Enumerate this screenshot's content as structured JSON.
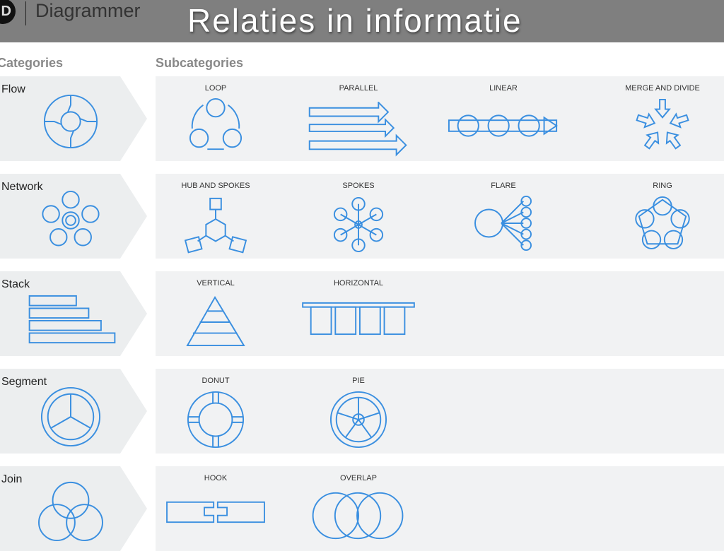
{
  "header": {
    "logo_letter": "D",
    "logo_text": "Diagrammer",
    "title": "Relaties in informatie"
  },
  "columns": {
    "categories": "Categories",
    "subcategories": "Subcategories"
  },
  "accent_color": "#3a8fe0",
  "rows": [
    {
      "category": "Flow",
      "icon": "flow-icon",
      "items": [
        {
          "label": "LOOP",
          "icon": "loop-icon"
        },
        {
          "label": "PARALLEL",
          "icon": "parallel-icon"
        },
        {
          "label": "LINEAR",
          "icon": "linear-icon"
        },
        {
          "label": "MERGE AND DIVIDE",
          "icon": "merge-divide-icon"
        }
      ]
    },
    {
      "category": "Network",
      "icon": "network-icon",
      "items": [
        {
          "label": "HUB AND SPOKES",
          "icon": "hub-spokes-icon"
        },
        {
          "label": "SPOKES",
          "icon": "spokes-icon"
        },
        {
          "label": "FLARE",
          "icon": "flare-icon"
        },
        {
          "label": "RING",
          "icon": "ring-icon"
        }
      ]
    },
    {
      "category": "Stack",
      "icon": "stack-icon",
      "items": [
        {
          "label": "VERTICAL",
          "icon": "vertical-icon"
        },
        {
          "label": "HORIZONTAL",
          "icon": "horizontal-icon"
        }
      ]
    },
    {
      "category": "Segment",
      "icon": "segment-icon",
      "items": [
        {
          "label": "DONUT",
          "icon": "donut-icon"
        },
        {
          "label": "PIE",
          "icon": "pie-icon"
        }
      ]
    },
    {
      "category": "Join",
      "icon": "join-icon",
      "items": [
        {
          "label": "HOOK",
          "icon": "hook-icon"
        },
        {
          "label": "OVERLAP",
          "icon": "overlap-icon"
        }
      ]
    }
  ]
}
